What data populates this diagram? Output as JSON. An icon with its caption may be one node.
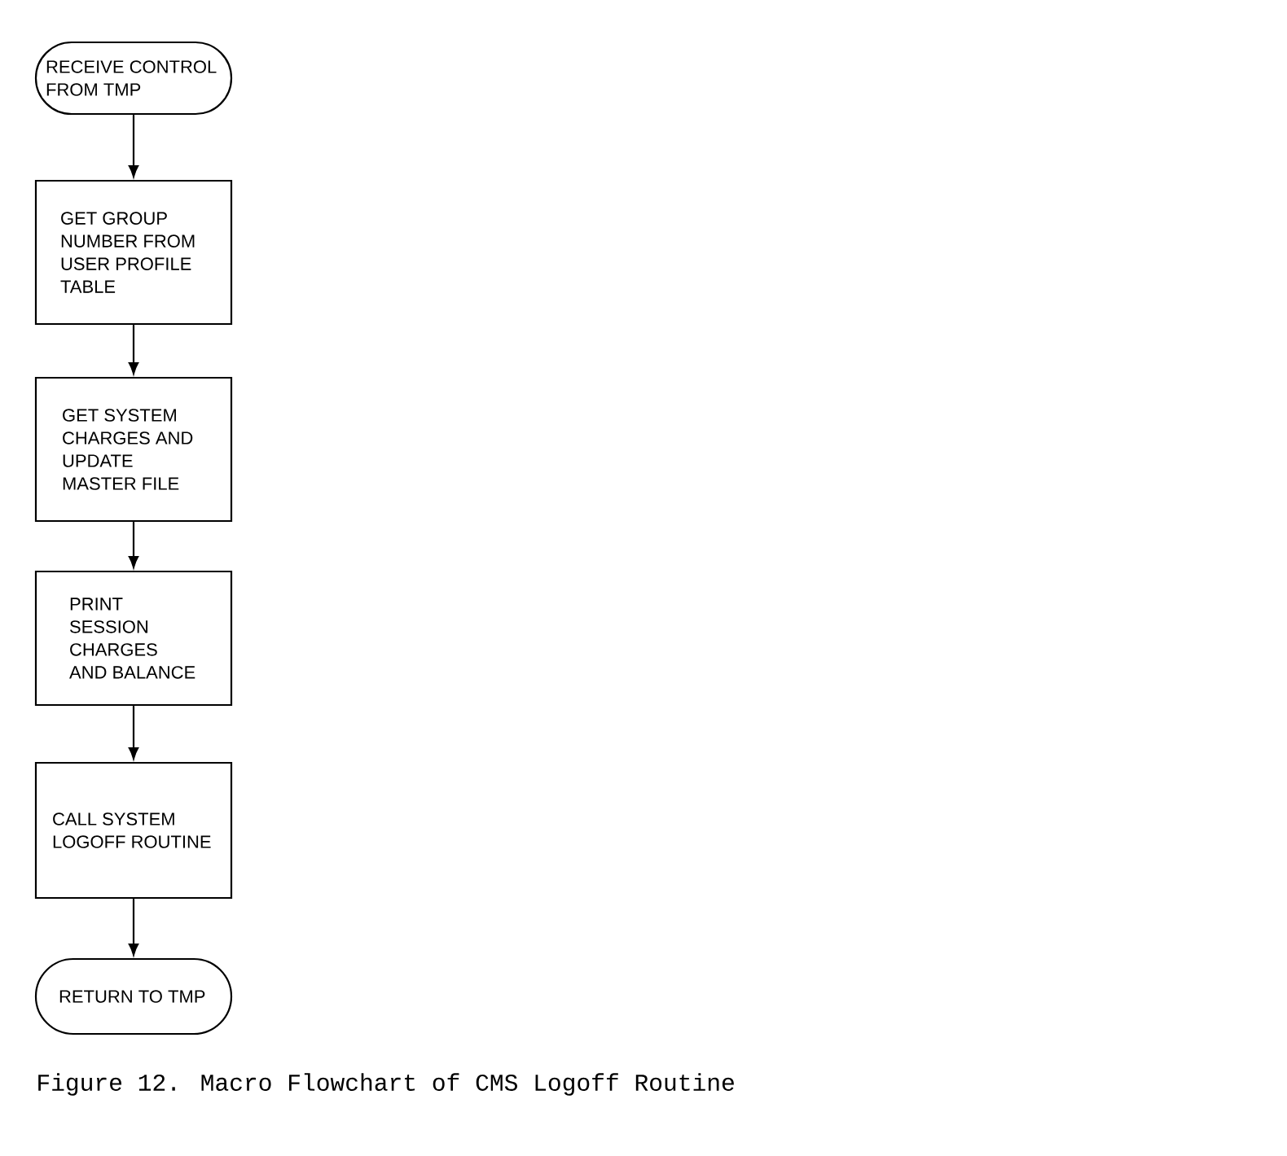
{
  "diagram": {
    "caption": "Figure 12. Macro Flowchart of CMS Logoff Routine",
    "nodes": [
      {
        "text": [
          "RECEIVE CONTROL FROM TMP"
        ]
      },
      {
        "text": [
          "GET GROUP NUMBER FROM USER PROFILE TABLE"
        ]
      },
      {
        "text": [
          "GET SYSTEM CHARGES AND UPDATE MASTER FILE"
        ]
      },
      {
        "text": [
          "PRINT SESSION CHARGES AND BALANCE"
        ]
      },
      {
        "text": [
          "CALL SYSTEM LOGOFF ROUTINE"
        ]
      },
      {
        "text": [
          "RETURN TO TMP"
        ]
      }
    ],
    "edges": [
      {
        "from": 0,
        "to": 1,
        "arrow": "to"
      },
      {
        "from": 1,
        "to": 2,
        "arrow": "to"
      },
      {
        "from": 2,
        "to": 3,
        "arrow": "to"
      },
      {
        "from": 3,
        "to": 4,
        "arrow": "to"
      },
      {
        "from": 4,
        "to": 5,
        "arrow": "to"
      }
    ]
  }
}
